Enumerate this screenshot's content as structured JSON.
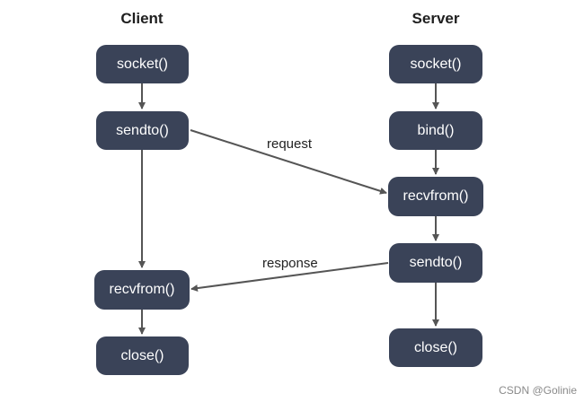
{
  "client": {
    "title": "Client",
    "nodes": [
      "socket()",
      "sendto()",
      "recvfrom()",
      "close()"
    ]
  },
  "server": {
    "title": "Server",
    "nodes": [
      "socket()",
      "bind()",
      "recvfrom()",
      "sendto()",
      "close()"
    ]
  },
  "edges": {
    "request_label": "request",
    "response_label": "response"
  },
  "colors": {
    "node_fill": "#3a4358",
    "node_text": "#ffffff",
    "arrow": "#4a4a4a"
  },
  "watermark": "CSDN @Golinie"
}
